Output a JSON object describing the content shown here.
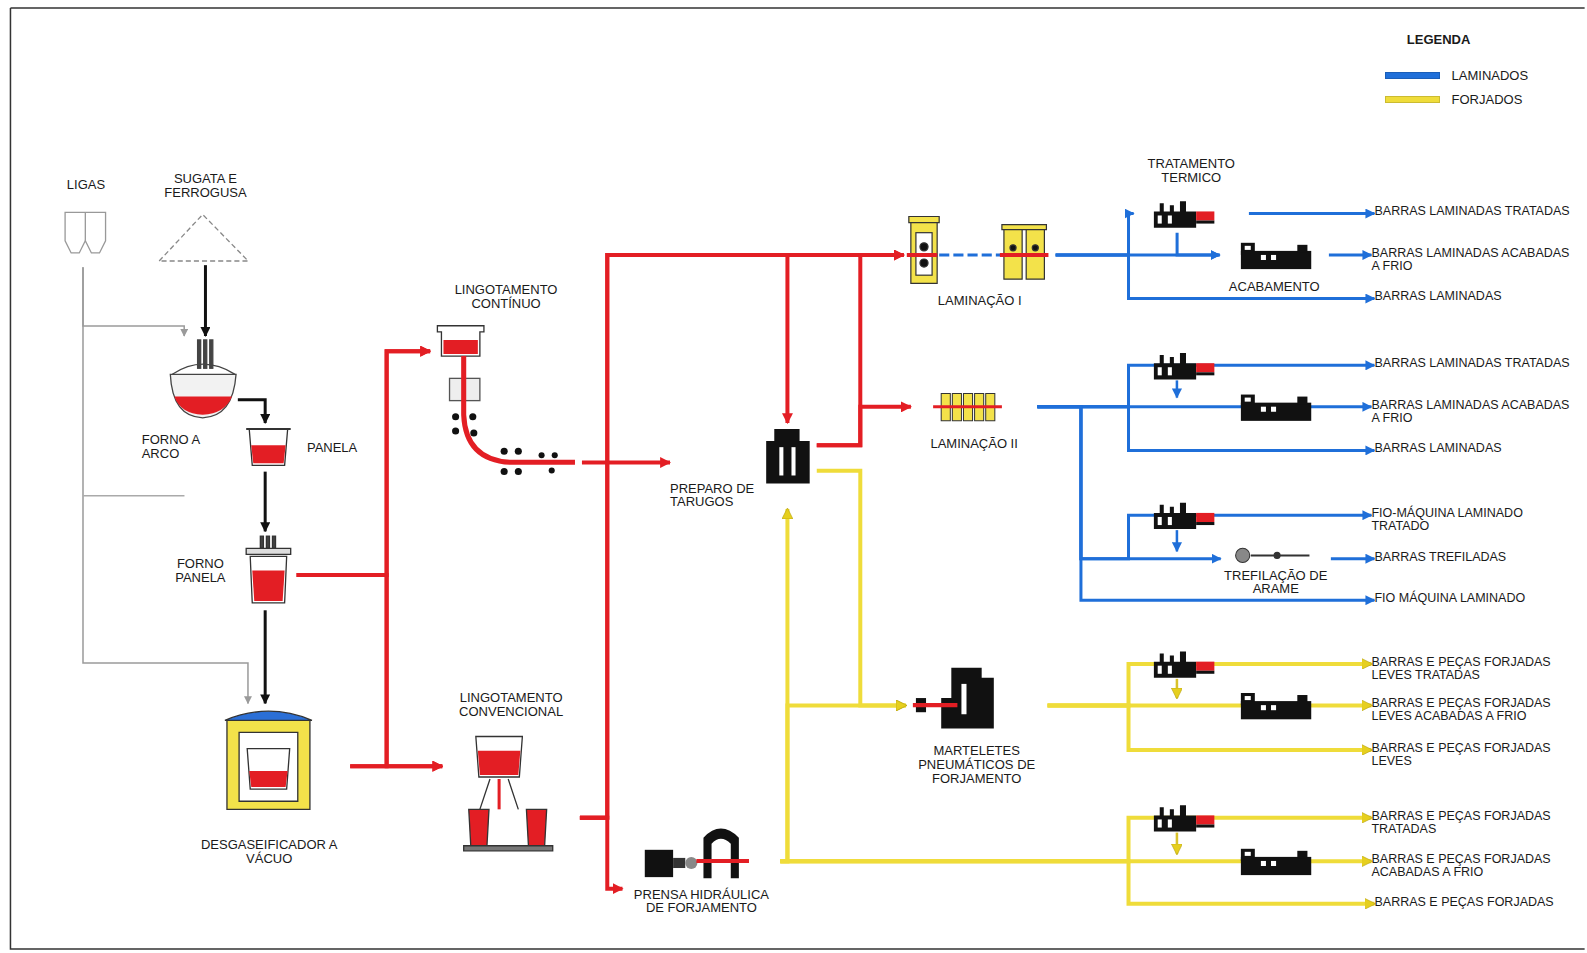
{
  "diagram": {
    "nodes": [
      {
        "text": [
          "LIGAS"
        ]
      },
      {
        "text": [
          "SUGATA E FERROGUSA"
        ]
      },
      {
        "text": [
          "FORNO A ARCO"
        ]
      },
      {
        "text": [
          "PANELA"
        ]
      },
      {
        "text": [
          "FORNO PANELA"
        ]
      },
      {
        "text": [
          "DESGASEIFICADOR A VÁCUO"
        ]
      },
      {
        "text": [
          "LINGOTAMENTO CONTÍNUO"
        ]
      },
      {
        "text": [
          "LINGOTAMENTO CONVENCIONAL"
        ]
      },
      {
        "text": [
          "PREPARO DE TARUGOS"
        ]
      },
      {
        "text": [
          "PRENSA HIDRÁULICA DE FORJAMENTO"
        ]
      },
      {
        "text": [
          "LAMINAÇÃO I"
        ]
      },
      {
        "text": [
          "TRATAMENTO TERMICO"
        ]
      },
      {
        "text": [
          "ACABAMENTO"
        ]
      },
      {
        "text": [
          "LAMINAÇÃO II"
        ]
      },
      {
        "text": [
          "TREFILAÇÃO DE ARAME"
        ]
      },
      {
        "text": [
          "MARTELETES PNEUMÁTICOS DE FORJAMENTO"
        ]
      },
      {
        "text": [
          "BARRAS LAMINADAS TRATADAS"
        ]
      },
      {
        "text": [
          "BARRAS LAMINADAS ACABADAS A FRIO"
        ]
      },
      {
        "text": [
          "BARRAS LAMINADAS"
        ]
      },
      {
        "text": [
          "BARRAS LAMINADAS TRATADAS"
        ]
      },
      {
        "text": [
          "BARRAS LAMINADAS ACABADAS A FRIO"
        ]
      },
      {
        "text": [
          "BARRAS LAMINADAS"
        ]
      },
      {
        "text": [
          "FIO-MÁQUINA LAMINADO TRATADO"
        ]
      },
      {
        "text": [
          "BARRAS TREFILADAS"
        ]
      },
      {
        "text": [
          "FIO MÁQUINA LAMINADO"
        ]
      },
      {
        "text": [
          "BARRAS E PEÇAS FORJADAS LEVES TRATADAS"
        ]
      },
      {
        "text": [
          "BARRAS E PEÇAS FORJADAS LEVES ACABADAS A FRIO"
        ]
      },
      {
        "text": [
          "BARRAS E PEÇAS FORJADAS LEVES"
        ]
      },
      {
        "text": [
          "BARRAS E PEÇAS FORJADAS TRATADAS"
        ]
      },
      {
        "text": [
          "BARRAS E PEÇAS FORJADAS ACABADAS A FRIO"
        ]
      },
      {
        "text": [
          "BARRAS E PEÇAS FORJADAS"
        ]
      }
    ],
    "edges": [
      {
        "from": 1,
        "to": 2,
        "arrow": "to"
      },
      {
        "from": 0,
        "to": 2,
        "arrow": "to"
      },
      {
        "from": 0,
        "to": 5,
        "arrow": "to"
      },
      {
        "from": 2,
        "to": 3,
        "arrow": "to"
      },
      {
        "from": 3,
        "to": 4,
        "arrow": "to"
      },
      {
        "from": 4,
        "to": 5,
        "arrow": "to"
      },
      {
        "from": 4,
        "to": 6,
        "arrow": "to"
      },
      {
        "from": 4,
        "to": 7,
        "arrow": "to"
      },
      {
        "from": 5,
        "to": 6,
        "arrow": "to"
      },
      {
        "from": 5,
        "to": 7,
        "arrow": "to"
      },
      {
        "from": 6,
        "to": 8,
        "arrow": "to"
      },
      {
        "from": 7,
        "to": 10,
        "arrow": "to"
      },
      {
        "from": 7,
        "to": 8,
        "arrow": "to"
      },
      {
        "from": 7,
        "to": 9,
        "arrow": "to"
      },
      {
        "from": 8,
        "to": 10,
        "arrow": "to"
      },
      {
        "from": 8,
        "to": 13,
        "arrow": "to"
      },
      {
        "from": 8,
        "to": 15,
        "arrow": "to"
      },
      {
        "from": 9,
        "to": 8,
        "arrow": "to"
      },
      {
        "from": 9,
        "to": 15,
        "arrow": "to"
      },
      {
        "from": 10,
        "to": 11,
        "arrow": "to"
      },
      {
        "from": 10,
        "to": 12,
        "arrow": "to"
      },
      {
        "from": 10,
        "to": 18,
        "arrow": "to"
      },
      {
        "from": 11,
        "to": 16,
        "arrow": "to"
      },
      {
        "from": 11,
        "to": 12,
        "arrow": "to"
      },
      {
        "from": 12,
        "to": 17,
        "arrow": "to"
      },
      {
        "from": 13,
        "to": 19,
        "arrow": "to"
      },
      {
        "from": 13,
        "to": 20,
        "arrow": "to"
      },
      {
        "from": 13,
        "to": 21,
        "arrow": "to"
      },
      {
        "from": 13,
        "to": 22,
        "arrow": "to"
      },
      {
        "from": 13,
        "to": 14,
        "arrow": "to"
      },
      {
        "from": 14,
        "to": 23,
        "arrow": "to"
      },
      {
        "from": 13,
        "to": 24,
        "arrow": "to"
      },
      {
        "from": 15,
        "to": 25,
        "arrow": "to"
      },
      {
        "from": 15,
        "to": 26,
        "arrow": "to"
      },
      {
        "from": 15,
        "to": 27,
        "arrow": "to"
      },
      {
        "from": 9,
        "to": 28,
        "arrow": "to"
      },
      {
        "from": 9,
        "to": 29,
        "arrow": "to"
      },
      {
        "from": 9,
        "to": 30,
        "arrow": "to"
      }
    ],
    "labels": [
      "LEGENDA"
    ],
    "legend": [
      {
        "text": "LAMINADOS",
        "color": "#1f6fd9"
      },
      {
        "text": "FORJADOS",
        "color": "#efdc3a"
      }
    ]
  }
}
